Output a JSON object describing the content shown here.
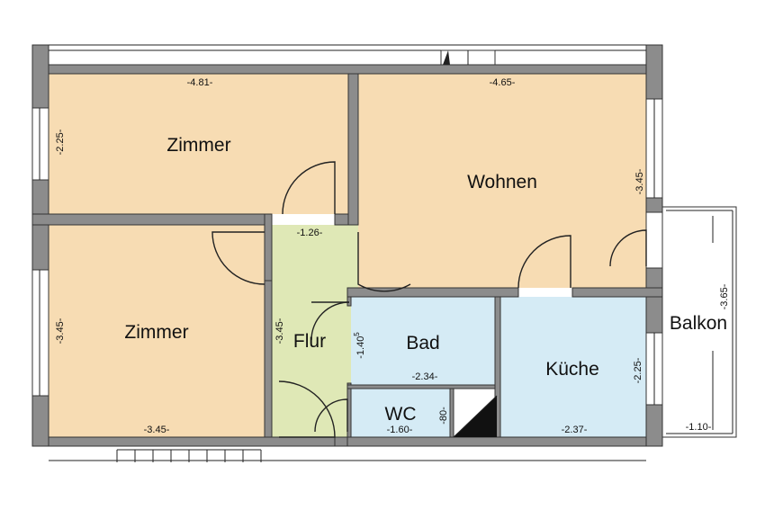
{
  "colors": {
    "room_orange": "#f7dcb3",
    "flur_green": "#dfe8b6",
    "wet_blue": "#d5ebf5",
    "wall_gray": "#8c8c8c"
  },
  "rooms": {
    "zimmer_top": "Zimmer",
    "zimmer_bottom": "Zimmer",
    "wohnen": "Wohnen",
    "flur": "Flur",
    "bad": "Bad",
    "kueche": "Küche",
    "wc": "WC",
    "balkon": "Balkon"
  },
  "dimensions": {
    "zimmer_top_width": "-4.81-",
    "zimmer_top_depth": "-2.25-",
    "wohnen_width": "-4.65-",
    "wohnen_depth": "-3.45-",
    "flur_opening": "-1.26-",
    "flur_depth": "-3.45-",
    "zimmer_bottom_depth": "-3.45-",
    "zimmer_bottom_width": "-3.45-",
    "bad_depth": "-1.40",
    "bad_depth_sup": "5",
    "bad_width": "-2.34-",
    "wc_width": "-1.60-",
    "wc_depth": "-80-",
    "kueche_width": "-2.37-",
    "kueche_depth": "-2.25-",
    "balkon_depth": "-3.65-",
    "balkon_width": "-1.10-"
  }
}
